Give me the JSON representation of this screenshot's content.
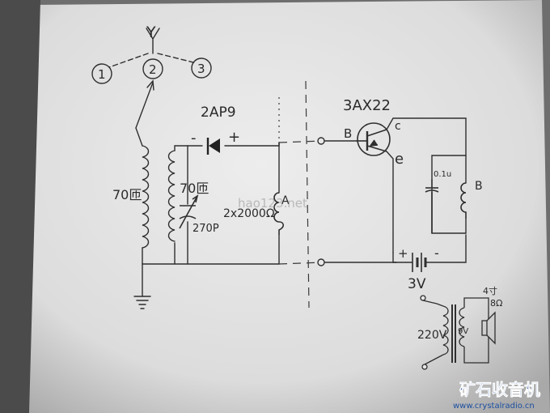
{
  "antenna": {
    "symbol": "Y",
    "positions": [
      "1",
      "2",
      "3"
    ]
  },
  "diode": {
    "model": "2AP9",
    "minus_label": "-",
    "plus_label": "+"
  },
  "coils": {
    "primary_turns": "70匝",
    "secondary_turns": "70匝"
  },
  "tuning_capacitor": {
    "value": "270P"
  },
  "earphone_a": {
    "label": "A",
    "note": "2x2000Ω"
  },
  "transistor": {
    "model": "3AX22",
    "base_label": "B",
    "collector_label": "c",
    "emitter_label": "e"
  },
  "bypass_capacitor": {
    "value": "0.1u"
  },
  "earphone_b": {
    "label": "B"
  },
  "battery": {
    "plus_label": "+",
    "minus_label": "-",
    "voltage": "3V"
  },
  "power_supply": {
    "input_voltage": "220V",
    "output_voltage": "9V",
    "speaker_watt": "4寸",
    "speaker_ohm": "8Ω"
  },
  "watermark": {
    "site_cn": "矿石收音机",
    "site_url": "www.crystalradio.cn",
    "overlay_text": "hao123.net"
  }
}
